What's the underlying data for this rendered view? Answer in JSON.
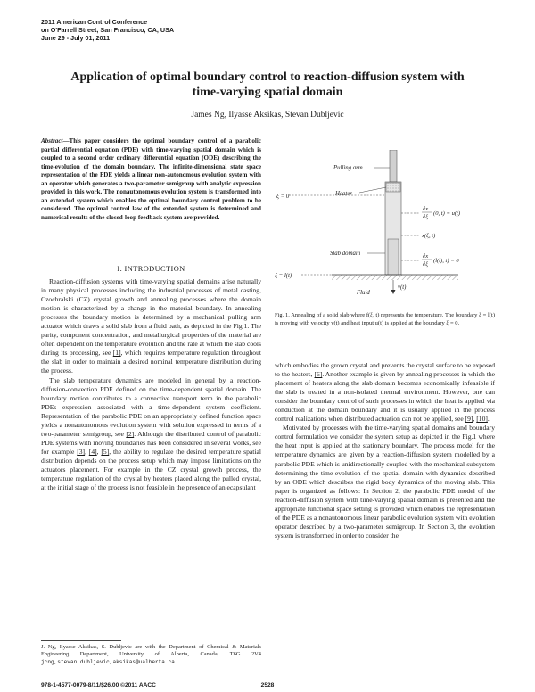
{
  "header": {
    "conference_line1": "2011 American Control Conference",
    "conference_line2": "on O'Farrell Street, San Francisco, CA, USA",
    "conference_line3": "June 29 - July 01, 2011"
  },
  "paper": {
    "title_line1": "Application of optimal boundary control to reaction-diffusion system with",
    "title_line2": "time-varying spatial domain",
    "authors": "James Ng, Ilyasse Aksikas, Stevan Dubljevic"
  },
  "abstract": {
    "label": "Abstract",
    "text": "—This paper considers the optimal boundary control of a parabolic partial differential equation (PDE) with time-varying spatial domain which is coupled to a second order ordinary differential equation (ODE) describing the time-evolution of the domain boundary. The infinite-dimensional state space representation of the PDE yields a linear non-autonomous evolution system with an operator which generates a two-parameter semigroup with analytic expression provided in this work. The nonautonomous evolution system is transformed into an extended system which enables the optimal boundary control problem to be considered. The optimal control law of the extended system is determined and numerical results of the closed-loop feedback system are provided."
  },
  "section1": {
    "heading": "I. INTRODUCTION"
  },
  "intro": {
    "p1_a": "Reaction-diffusion systems with time-varying spatial domains arise naturally in many physical processes including the industrial processes of metal casting, Czochralski (CZ) crystal growth and annealing processes where the domain motion is characterized by a change in the material boundary. In annealing processes the boundary motion is determined by a mechanical pulling arm actuator which draws a solid slab from a fluid bath, as depicted in the Fig.1. The parity, component concentration, and metallurgical properties of the material are often dependent on the temperature evolution and the rate at which the slab cools during its processing, see ",
    "p1_cite1": "[1]",
    "p1_b": ", which requires temperature regulation throughout the slab in order to maintain a desired nominal temperature distribution during the process.",
    "p2_a": "The slab temperature dynamics are modeled in general by a reaction-diffusion-convection PDE defined on the time-dependent spatial domain. The boundary motion contributes to a convective transport term in the parabolic PDEs expression associated with a time-dependent system coefficient. Representation of the parabolic PDE on an appropriately defined function space yields a nonautonomous evolution system with solution expressed in terms of a two-parameter semigroup, see ",
    "p2_cite1": "[2]",
    "p2_b": ". Although the distributed control of parabolic PDE systems with moving boundaries has been considered in several works, see for example ",
    "p2_cite2": "[3]",
    "p2_sep1": ", ",
    "p2_cite3": "[4]",
    "p2_sep2": ", ",
    "p2_cite4": "[5]",
    "p2_c": ", the ability to regulate the desired temperature spatial distribution depends on the process setup which may impose limitations on the actuators placement. For example in the CZ crystal growth process, the temperature regulation of the crystal by heaters placed along the pulled crystal, at the initial stage of the process is not feasible in the presence of an ecapsulant",
    "r1_a": "which embodies the grown crystal and prevents the crystal surface to be exposed to the heaters, ",
    "r1_cite1": "[6]",
    "r1_b": ". Another example is given by annealing processes in which the placement of heaters along the slab domain becomes economically infeasible if the slab is treated in a non-isolated thermal environment. However, one can consider the boundary control of such processes in which the heat is applied via conduction at the domain boundary and it is usually applied in the process control realizations when distributed actuation can not be applied, see ",
    "r1_cite2": "[9]",
    "r1_sep": ", ",
    "r1_cite3": "[10]",
    "r1_c": ".",
    "r2": "Motivated by processes with the time-varying spatial domains and boundary control formulation we consider the system setup as depicted in the Fig.1 where the heat input is applied at the stationary boundary. The process model for the temperature dynamics are given by a reaction-diffusion system modelled by a parabolic PDE which is unidirectionally coupled with the mechanical subsystem determining the time-evolution of the spatial domain with dynamics described by an ODE which describes the rigid body dynamics of the moving slab. This paper is organized as follows: In Section 2, the parabolic PDE model of the reaction-diffusion system with time-varying spatial domain is presented and the appropriate functional space setting is provided which enables the representation of the PDE as a nonautonomous linear parabolic evolution system with evolution operator described by a two-parameter semigroup. In Section 3, the evolution system is transformed in order to consider the"
  },
  "figure": {
    "label_pulling_arm": "Pulling arm",
    "label_xi0": "ξ = 0",
    "label_heater": "Heater",
    "label_slab": "Slab domain",
    "label_xil": "ξ = l(t)",
    "label_fluid": "Fluid",
    "label_x": "x(ξ, t)",
    "label_vt": "v(t)",
    "bc_top_lhs": "∂x",
    "bc_top_den": "∂ξ",
    "bc_top_rhs": "(0, t) = u(t)",
    "bc_bot_rhs": "(l(t), t) = 0",
    "caption": "Fig. 1.  Annealing of a solid slab where f(ξ, t) represents the temperature. The boundary ξ = l(t) is moving with velocity v(t) and heat input u(t) is applied at the boundary ξ = 0."
  },
  "footnote": {
    "text": "J. Ng, Ilyasse Aksikas, S. Dubljevic are with the Department of Chemical & Materials Engineering Department, University of Alberta, Canada, T6G 2V4 ",
    "emails": "jcng,stevan.dubljevic,aksikas@ualberta.ca"
  },
  "page_footer": {
    "isbn": "978-1-4577-0079-8/11/$26.00 ©2011 AACC",
    "page_number": "2528"
  }
}
